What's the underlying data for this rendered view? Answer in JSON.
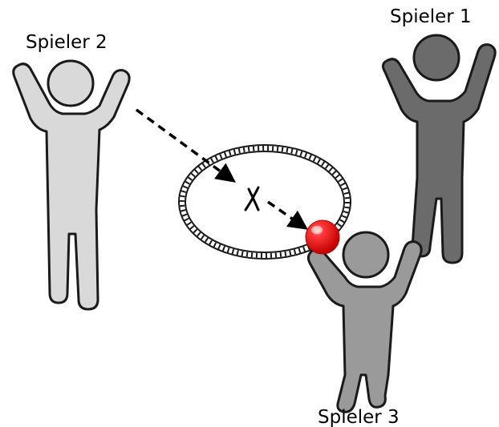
{
  "players": [
    {
      "label": "Spieler 1",
      "color": "#6b6b6b"
    },
    {
      "label": "Spieler 2",
      "color": "#d9d9d9"
    },
    {
      "label": "Spieler 3",
      "color": "#9a9a9a"
    }
  ],
  "ball": {
    "color": "#e8141c"
  },
  "hoop": {
    "description_icon": "rope-ring-icon"
  },
  "marker": {
    "text": "X"
  }
}
